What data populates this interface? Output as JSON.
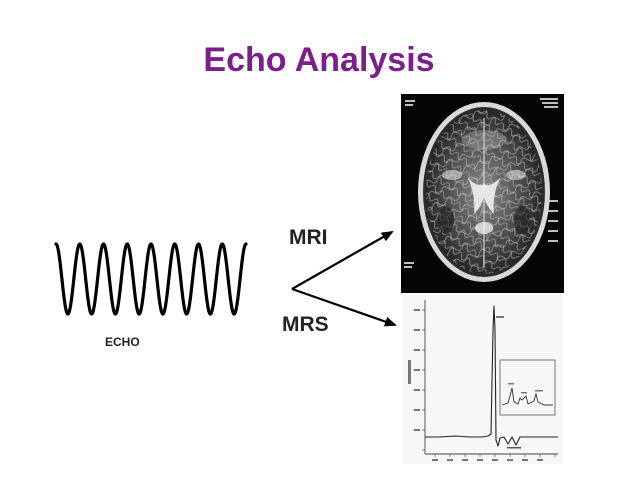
{
  "slide": {
    "title": "Echo Analysis",
    "title_color": "#7B1F8B",
    "labels": {
      "echo": "ECHO",
      "mri": "MRI",
      "mrs": "MRS"
    },
    "images": {
      "mri_scan": "brain-mri-axial-scan",
      "mrs_spectrum": "mr-spectroscopy-spectrum"
    },
    "icons": {
      "echo_wave": "sine-wave-icon",
      "arrow_to_mri": "arrow-up-right-icon",
      "arrow_to_mrs": "arrow-down-right-icon"
    }
  }
}
